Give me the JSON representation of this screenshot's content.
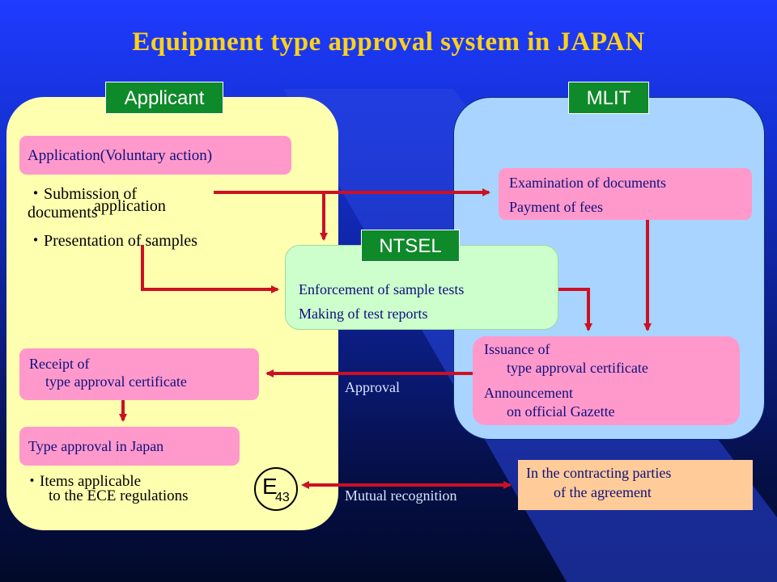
{
  "title": "Equipment type approval system in JAPAN",
  "applicant": {
    "header": "Applicant",
    "application_box": "Application(Voluntary action)",
    "bullet_submission_1": "・Submission of",
    "bullet_submission_2": "application",
    "bullet_submission_3": "documents",
    "bullet_samples": "・Presentation of samples",
    "receipt_line1": "Receipt of",
    "receipt_line2": "type approval certificate",
    "type_approval": "Type approval in Japan",
    "items_line1": "・Items applicable",
    "items_line2": "to the ECE regulations",
    "mark_letter": "E",
    "mark_number": "43"
  },
  "mlit": {
    "header": "MLIT",
    "exam_line1": "Examination of documents",
    "exam_line2": "Payment of fees",
    "issuance_line1": "Issuance of",
    "issuance_line2": "type approval certificate",
    "issuance_line3": "Announcement",
    "issuance_line4": "on official Gazette"
  },
  "ntsel": {
    "header": "NTSEL",
    "line1": "Enforcement of sample tests",
    "line2": "Making of test reports"
  },
  "labels": {
    "approval": "Approval",
    "mutual": "Mutual recognition",
    "contracting_line1": "In the contracting parties",
    "contracting_line2": "of the agreement"
  },
  "colors": {
    "arrow": "#cc1122",
    "title": "#ffd21a",
    "header_green": "#0f8a2a",
    "applicant_panel": "#ffffb0",
    "mlit_panel": "#a8d4ff",
    "pink_box": "#ff99cc",
    "ntsel_box": "#ccffcc",
    "contracting_box": "#ffcc99"
  }
}
